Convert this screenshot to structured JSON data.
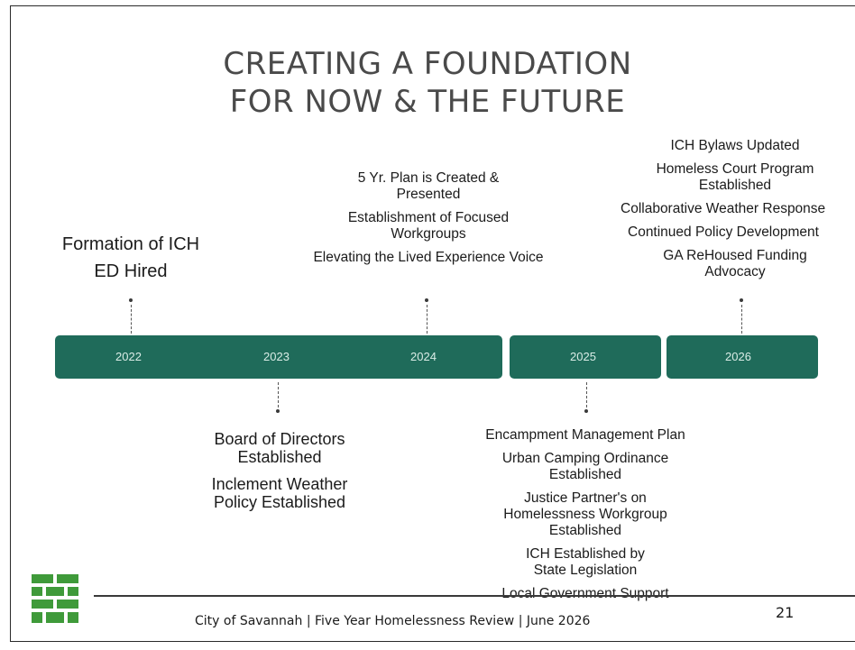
{
  "slide": {
    "title_line1": "CREATING A FOUNDATION",
    "title_line2": "FOR NOW & THE FUTURE"
  },
  "timeline": {
    "years": [
      "2022",
      "2023",
      "2024",
      "2025",
      "2026"
    ],
    "colors": {
      "bar": "#1f6b5a",
      "year_text": "#d9ece6"
    }
  },
  "milestones": {
    "y2022": [
      "Formation of ICH",
      "ED Hired"
    ],
    "y2023": [
      "Board of Directors Established",
      "Inclement Weather Policy  Established"
    ],
    "y2024": [
      "5 Yr. Plan is Created & Presented",
      "Establishment of Focused Workgroups",
      "Elevating the Lived Experience Voice"
    ],
    "y2025": [
      "Encampment Management Plan",
      "Urban Camping Ordinance Established",
      "Justice Partner's on Homelessness Workgroup Established",
      "ICH Established by State Legislation",
      "Local Government Support"
    ],
    "y2026": [
      "ICH Bylaws Updated",
      "Homeless Court Program Established",
      "Collaborative Weather Response",
      "Continued Policy Development",
      "GA ReHoused Funding Advocacy"
    ]
  },
  "footer": {
    "text": "City of Savannah | Five Year Homelessness Review | June 2026",
    "page_number": "21"
  },
  "logo": {
    "icon": "city-of-savannah-logo-icon",
    "color": "#3f9a3a"
  }
}
